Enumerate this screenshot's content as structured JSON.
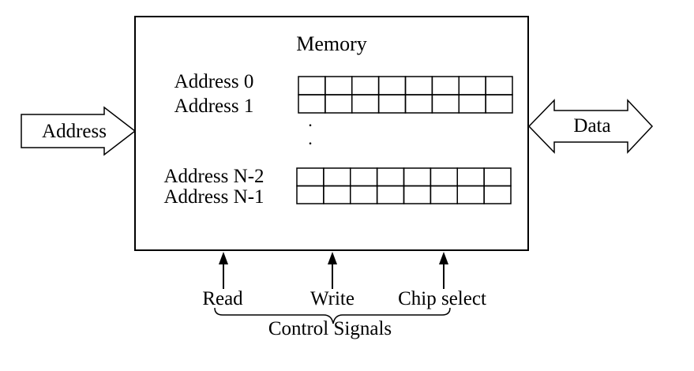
{
  "memory": {
    "title": "Memory",
    "row_labels": [
      "Address 0",
      "Address 1",
      "Address N-2",
      "Address N-1"
    ],
    "cells_per_row": 8,
    "ellipsis": "."
  },
  "address_input": {
    "label": "Address"
  },
  "data_bus": {
    "label": "Data"
  },
  "control": {
    "signals": [
      "Read",
      "Write",
      "Chip select"
    ],
    "group_label": "Control Signals"
  },
  "colors": {
    "stroke": "#000000",
    "background": "#ffffff"
  }
}
